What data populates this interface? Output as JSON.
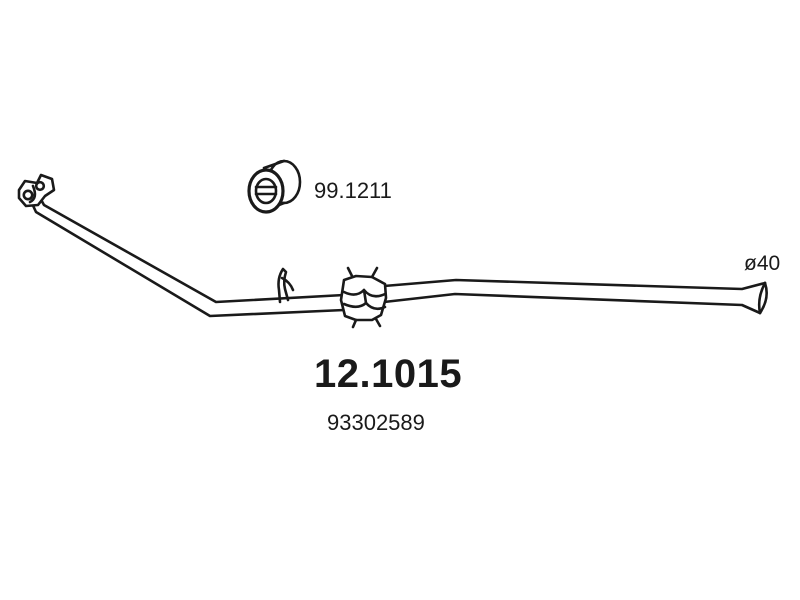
{
  "drawing": {
    "gasket_code": "99.1211",
    "pipe_diameter": "ø40",
    "part_number": "12.1015",
    "oem_number": "93302589"
  },
  "icons": {
    "gasket": "gasket-ring-icon",
    "pipe": "exhaust-pipe-icon",
    "flange": "pipe-flange-icon",
    "clamp": "pipe-clamp-icon",
    "hanger": "pipe-hanger-icon"
  },
  "colors": {
    "line": "#1a1a1a",
    "background": "#ffffff"
  }
}
